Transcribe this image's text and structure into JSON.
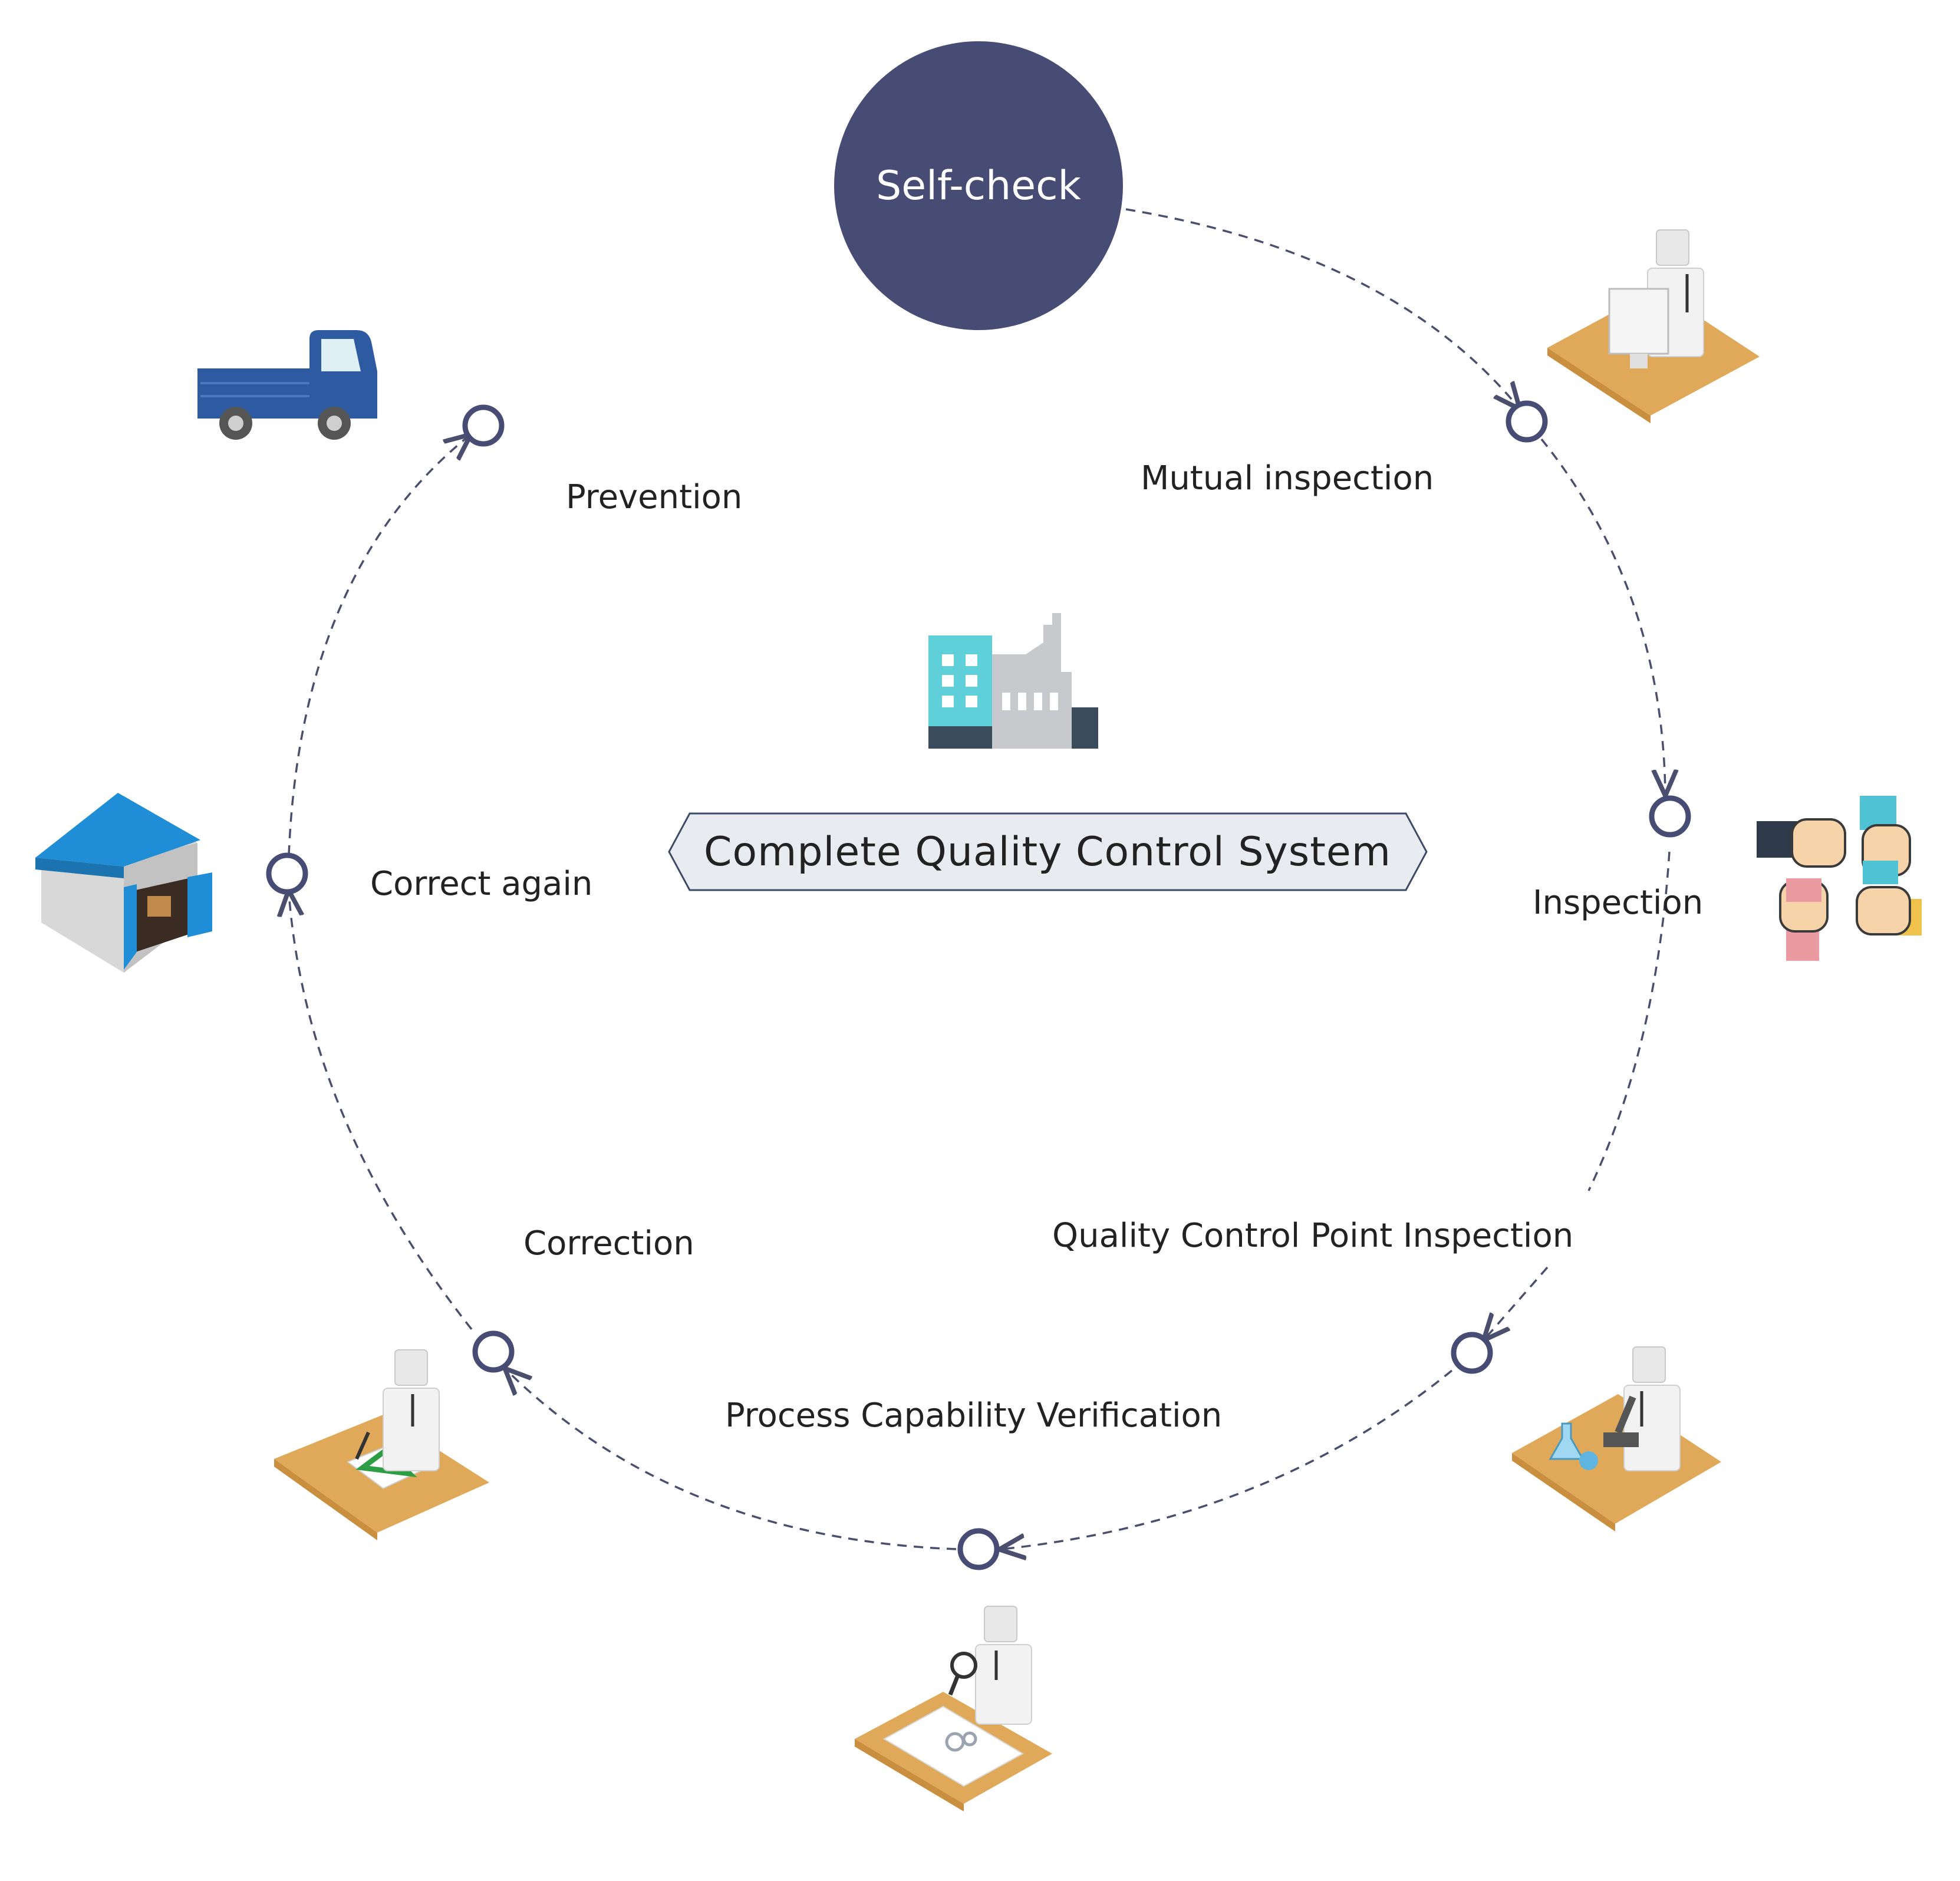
{
  "diagram": {
    "hub": {
      "label": "Self-check",
      "color": "#464c74"
    },
    "center": {
      "label": "Complete Quality Control System"
    },
    "steps": [
      {
        "id": "mutual",
        "label": "Mutual inspection"
      },
      {
        "id": "inspection",
        "label": "Inspection"
      },
      {
        "id": "qcp",
        "label": "Quality Control Point Inspection"
      },
      {
        "id": "pcv",
        "label": "Process Capability Verification"
      },
      {
        "id": "correction",
        "label": "Correction"
      },
      {
        "id": "correct_again",
        "label": "Correct again"
      },
      {
        "id": "prevention",
        "label": "Prevention"
      }
    ],
    "icons": [
      "worker-at-computer-icon",
      "joined-hands-icon",
      "worker-with-microscope-icon",
      "worker-with-magnifier-icon",
      "worker-drafting-icon",
      "warehouse-icon",
      "delivery-truck-icon",
      "factory-icon"
    ],
    "colors": {
      "node_stroke": "#464c74",
      "connector": "#4a4f6e",
      "desk": "#e0a95a",
      "hub": "#464c74",
      "center_box": "#e8ebef",
      "center_border": "#3c4a66"
    }
  }
}
